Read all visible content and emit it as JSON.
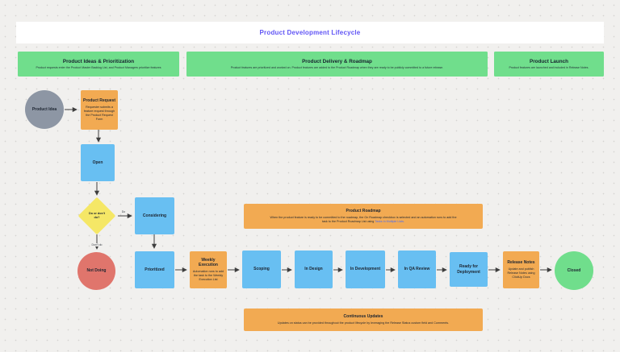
{
  "title": "Product Development Lifecycle",
  "phases": [
    {
      "title": "Product Ideas & Prioritization",
      "subtitle": "Product requests enter the Product Master Backlog List, and Product Managers prioritize features"
    },
    {
      "title": "Product Delivery & Roadmap",
      "subtitle": "Product features are prioritized and worked on. Product features are added to the Product Roadmap when they are ready to be publicly committed to a future release."
    },
    {
      "title": "Product Launch",
      "subtitle": "Product features are launched and included in Release Notes."
    }
  ],
  "nodes": {
    "product_idea": {
      "label": "Product Idea"
    },
    "product_request": {
      "label": "Product Request",
      "note": "Requester submits a feature request through the Product Request Form"
    },
    "open": {
      "label": "Open"
    },
    "decision": {
      "label": "Do or don't do?"
    },
    "considering": {
      "label": "Considering"
    },
    "not_doing": {
      "label": "Not Doing"
    },
    "prioritized": {
      "label": "Prioritized"
    },
    "weekly_execution": {
      "label": "Weekly Execution",
      "note": "Automation runs to add the task to the Weekly Execution List"
    },
    "scoping": {
      "label": "Scoping"
    },
    "in_design": {
      "label": "In Design"
    },
    "in_development": {
      "label": "In Development"
    },
    "in_qa_review": {
      "label": "In QA Review"
    },
    "ready_for_deployment": {
      "label": "Ready for Deployment"
    },
    "release_notes": {
      "label": "Release Notes",
      "note": "Update and publish Release Notes using ClickUp Docs"
    },
    "closed": {
      "label": "Closed"
    },
    "product_roadmap": {
      "label": "Product Roadmap",
      "note": "When the product feature is ready to be committed to the roadmap, the On Roadmap checkbox is selected and an automation runs to add the task to the Product Roadmap List using ",
      "link": "Tasks in Multiple Lists."
    },
    "continuous_updates": {
      "label": "Continuous Updates",
      "note": "Updates on status can be provided throughout the product lifecycle by leveraging the Release Status custom field and Comments."
    }
  },
  "edges": {
    "do_label": "Do",
    "dont_label": "Don't do"
  },
  "colors": {
    "accent_purple": "#6155F5",
    "phase_green": "#70DE8C",
    "node_blue": "#68BFF2",
    "node_orange": "#F2AA52",
    "decision_yellow": "#F5E766",
    "terminal_red": "#E0756C",
    "start_gray": "#8D96A4",
    "arrow": "#3E3E3E",
    "link_blue": "#4A6CF7",
    "canvas_bg": "#F1F0EE"
  }
}
